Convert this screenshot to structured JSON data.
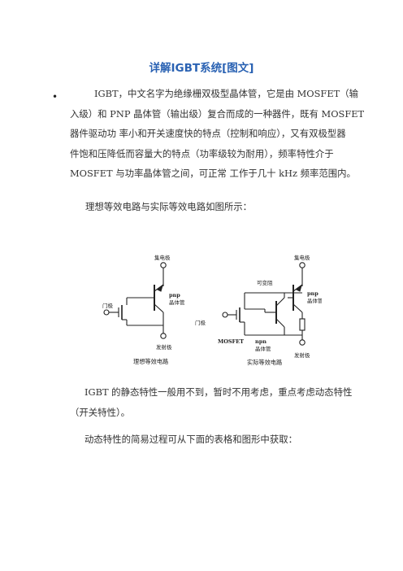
{
  "title": "详解IGBT系统[图文]",
  "bullet": "•",
  "intro_lines": [
    "IGBT，中文名字为绝缘栅双极型晶体管，它是由 MOSFET（输",
    "入级）和 PNP 晶体管（输出级）复合而成的一种器件，既有 MOSFET",
    "器件驱动功  率小和开关速度快的特点（控制和响应），又有双极型器",
    "件饱和压降低而容量大的特点（功率级较为耐用），频率特性介于",
    "MOSFET 与功率晶体管之间，可正常  工作于几十 kHz 频率范围内。"
  ],
  "equiv_intro": "理想等效电路与实际等效电路如图所示：",
  "figure": {
    "ideal": {
      "collector": "集电极",
      "pnp": "pnp",
      "pnp_sub": "晶体管",
      "gate": "门极",
      "emitter": "发射极",
      "caption": "理想等效电路"
    },
    "actual": {
      "collector": "集电极",
      "resistor": "可变阻",
      "pnp": "pnp",
      "pnp_sub": "晶体管",
      "gate": "门极",
      "mosfet": "MOSFET",
      "npn": "npn",
      "npn_sub": "晶体管",
      "emitter": "发射极",
      "caption": "实际等效电路"
    }
  },
  "static_lines": [
    "IGBT  的静态特性一般用不到，暂时不用考虑，重点考虑动态特性",
    "（开关特性）。"
  ],
  "dynamic_intro": "动态特性的简易过程可从下面的表格和图形中获取："
}
